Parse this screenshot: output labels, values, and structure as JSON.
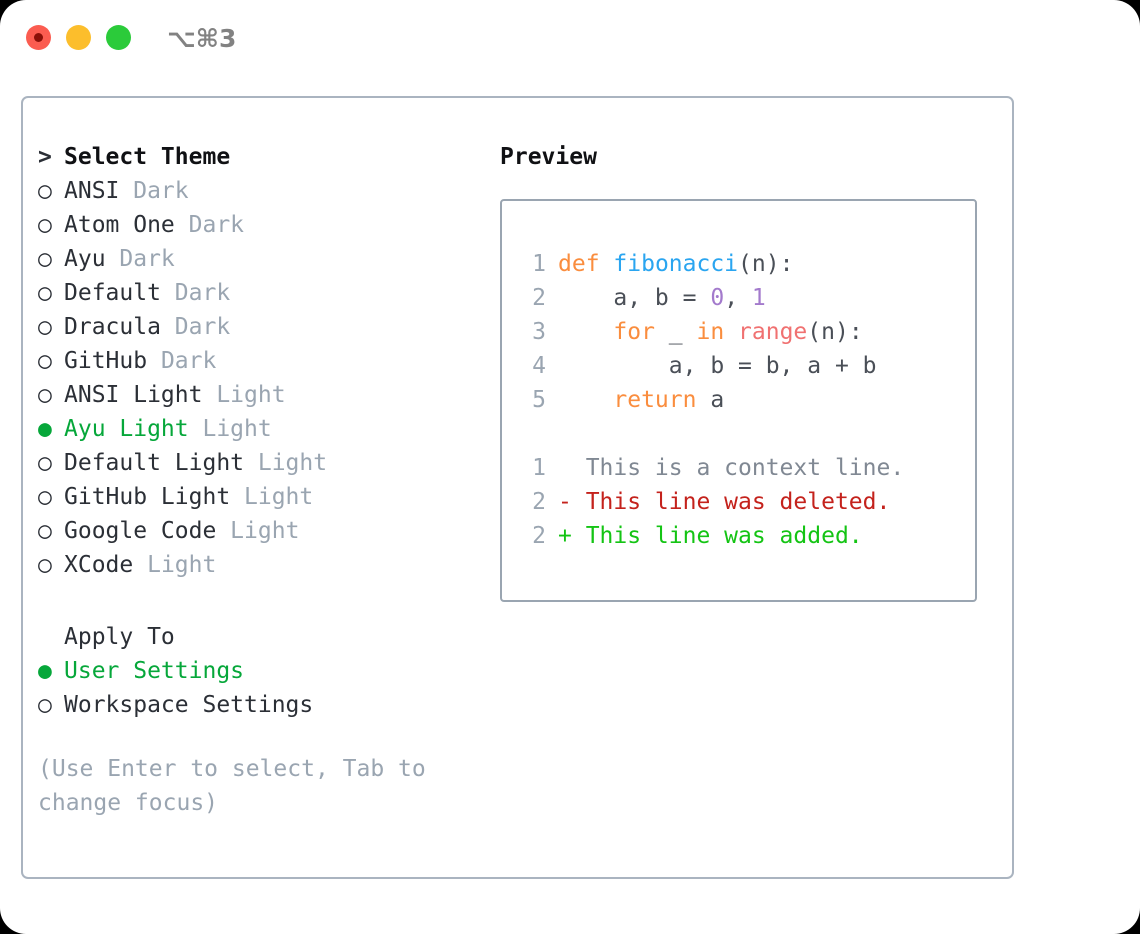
{
  "titlebar": {
    "shortcut": "⌥⌘3",
    "buttons": [
      {
        "name": "close",
        "color": "#fb5c50"
      },
      {
        "name": "minimize",
        "color": "#fcbe2c"
      },
      {
        "name": "maximize",
        "color": "#2bcb3a"
      }
    ]
  },
  "theme_picker": {
    "prompt_marker": ">",
    "title": "Select Theme",
    "radio_unselected": "○",
    "radio_selected": "●",
    "items": [
      {
        "name": "ANSI",
        "variant": "Dark",
        "selected": false
      },
      {
        "name": "Atom One",
        "variant": "Dark",
        "selected": false
      },
      {
        "name": "Ayu",
        "variant": "Dark",
        "selected": false
      },
      {
        "name": "Default",
        "variant": "Dark",
        "selected": false
      },
      {
        "name": "Dracula",
        "variant": "Dark",
        "selected": false
      },
      {
        "name": "GitHub",
        "variant": "Dark",
        "selected": false
      },
      {
        "name": "ANSI Light",
        "variant": "Light",
        "selected": false
      },
      {
        "name": "Ayu Light",
        "variant": "Light",
        "selected": true
      },
      {
        "name": "Default Light",
        "variant": "Light",
        "selected": false
      },
      {
        "name": "GitHub Light",
        "variant": "Light",
        "selected": false
      },
      {
        "name": "Google Code",
        "variant": "Light",
        "selected": false
      },
      {
        "name": "XCode",
        "variant": "Light",
        "selected": false
      }
    ]
  },
  "apply_to": {
    "title": "Apply To",
    "options": [
      {
        "label": "User Settings",
        "selected": true
      },
      {
        "label": "Workspace Settings",
        "selected": false
      }
    ]
  },
  "hint": "(Use Enter to select, Tab to change focus)",
  "preview": {
    "title": "Preview",
    "code_lines": [
      {
        "num": "1",
        "tokens": [
          {
            "t": "def",
            "c": "kw"
          },
          {
            "t": " ",
            "c": "plain"
          },
          {
            "t": "fibonacci",
            "c": "fn"
          },
          {
            "t": "(n):",
            "c": "plain"
          }
        ]
      },
      {
        "num": "2",
        "tokens": [
          {
            "t": "    a, b = ",
            "c": "plain"
          },
          {
            "t": "0",
            "c": "num"
          },
          {
            "t": ", ",
            "c": "plain"
          },
          {
            "t": "1",
            "c": "num"
          }
        ]
      },
      {
        "num": "3",
        "tokens": [
          {
            "t": "    ",
            "c": "plain"
          },
          {
            "t": "for",
            "c": "kw"
          },
          {
            "t": " _ ",
            "c": "plain"
          },
          {
            "t": "in",
            "c": "kw"
          },
          {
            "t": " ",
            "c": "plain"
          },
          {
            "t": "range",
            "c": "bi"
          },
          {
            "t": "(n):",
            "c": "plain"
          }
        ]
      },
      {
        "num": "4",
        "tokens": [
          {
            "t": "        a, b = b, a + b",
            "c": "plain"
          }
        ]
      },
      {
        "num": "5",
        "tokens": [
          {
            "t": "    ",
            "c": "plain"
          },
          {
            "t": "return",
            "c": "kw"
          },
          {
            "t": " a",
            "c": "plain"
          }
        ]
      }
    ],
    "diff_lines": [
      {
        "num": "1",
        "text": "  This is a context line.",
        "kind": "diff-ctx"
      },
      {
        "num": "2",
        "text": "- This line was deleted.",
        "kind": "diff-del"
      },
      {
        "num": "2",
        "text": "+ This line was added.",
        "kind": "diff-add"
      }
    ]
  },
  "colors": {
    "accent_green": "#06a73a",
    "muted": "#9aa5b1",
    "border": "#aab4c0",
    "keyword": "#fa8d3e",
    "function": "#2aa5f0",
    "number": "#a37acc",
    "builtin": "#f07171",
    "diff_added": "#14c414",
    "diff_deleted": "#c4221c"
  }
}
